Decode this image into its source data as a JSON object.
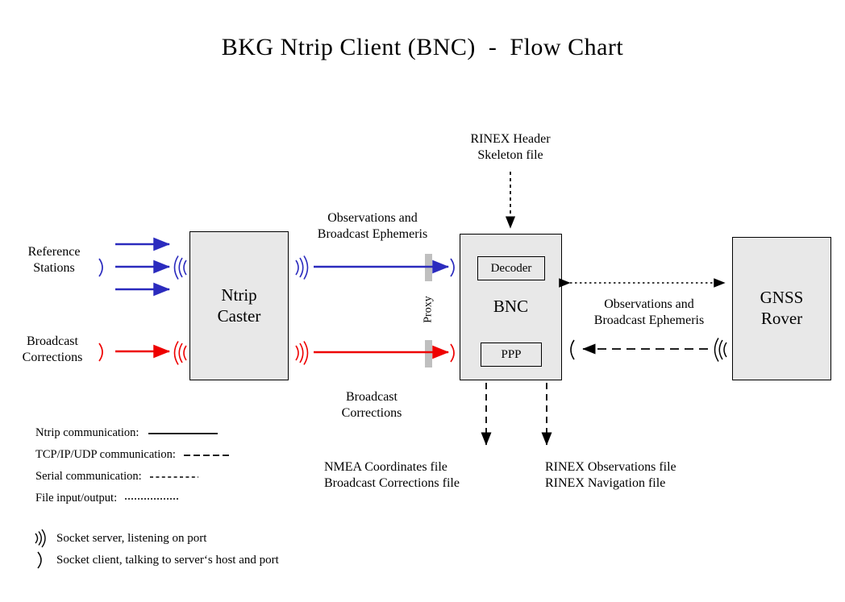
{
  "title": "BKG Ntrip Client (BNC)  -  Flow Chart",
  "colors": {
    "ntrip_blue": "#2b2bbe",
    "correction_red": "#ee0000",
    "box_fill": "#e8e8e8",
    "box_border": "#000000",
    "proxy_bar": "#bfbfbf",
    "text": "#000000"
  },
  "nodes": {
    "reference_stations": "Reference\nStations",
    "broadcast_corrections_src": "Broadcast\nCorrections",
    "ntrip_caster": "Ntrip\nCaster",
    "bnc": "BNC",
    "decoder": "Decoder",
    "ppp": "PPP",
    "gnss_rover": "GNSS\nRover",
    "proxy": "Proxy"
  },
  "labels": {
    "rinex_header_skeleton": "RINEX Header\nSkeleton file",
    "observations_broadcast_ephemeris_left": "Observations and\nBroadcast Ephemeris",
    "broadcast_corrections_mid": "Broadcast\nCorrections",
    "observations_broadcast_ephemeris_right": "Observations and\nBroadcast Ephemeris",
    "nmea_output": "NMEA Coordinates file\nBroadcast Corrections file",
    "rinex_output": "RINEX Observations file\nRINEX Navigation file"
  },
  "legend": {
    "lines": [
      {
        "label": "Ntrip communication:",
        "style": "solid"
      },
      {
        "label": "TCP/IP/UDP communication:",
        "style": "long-dash"
      },
      {
        "label": "Serial communication:",
        "style": "medium-dash"
      },
      {
        "label": "File input/output:",
        "style": "fine-dot"
      }
    ],
    "sockets": [
      {
        "icon": "socket-server-icon",
        "label": "Socket server, listening on port"
      },
      {
        "icon": "socket-client-icon",
        "label": "Socket client, talking to server‘s host and port"
      }
    ]
  },
  "icons": {
    "socket_server": "socket-server-icon",
    "socket_client": "socket-client-icon",
    "arrow": "arrowhead-icon"
  }
}
